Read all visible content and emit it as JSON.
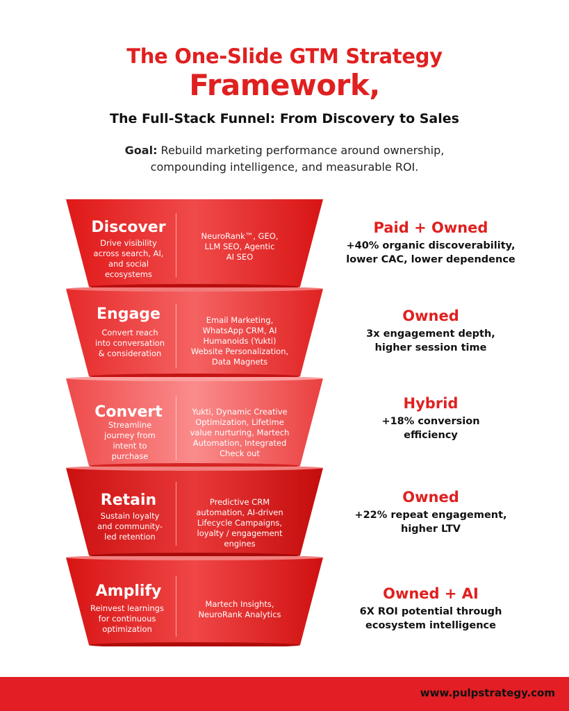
{
  "header": {
    "title_line1": "The One-Slide GTM Strategy",
    "title_line2": "Framework,",
    "subtitle": "The Full-Stack Funnel: From Discovery to Sales",
    "goal_label": "Goal:",
    "goal_line1": " Rebuild marketing performance around ownership,",
    "goal_line2": "compounding intelligence, and measurable ROI."
  },
  "colors": {
    "accent": "#e02020",
    "footer": "#e31e24"
  },
  "stages": [
    {
      "name": "Discover",
      "desc": [
        "Drive visibility",
        "across search, AI,",
        "and social",
        "ecosystems"
      ],
      "tools": [
        "NeuroRank™, GEO,",
        "LLM SEO, Agentic",
        "AI SEO"
      ],
      "result_title": "Paid + Owned",
      "result_desc": [
        "+40% organic discoverability,",
        "lower CAC, lower dependence"
      ]
    },
    {
      "name": "Engage",
      "desc": [
        "Convert reach",
        "into conversation",
        "& consideration"
      ],
      "tools": [
        "Email Marketing,",
        "WhatsApp CRM, AI",
        "Humanoids (Yukti)",
        "Website Personalization,",
        "Data Magnets"
      ],
      "result_title": "Owned",
      "result_desc": [
        "3x engagement depth,",
        "higher session time"
      ]
    },
    {
      "name": "Convert",
      "desc": [
        "Streamline",
        "journey from",
        "intent to",
        "purchase"
      ],
      "tools": [
        "Yukti, Dynamic Creative",
        "Optimization, Lifetime",
        "value nurturing, Martech",
        "Automation, Integrated",
        "Check out"
      ],
      "result_title": "Hybrid",
      "result_desc": [
        "+18% conversion",
        "efficiency"
      ]
    },
    {
      "name": "Retain",
      "desc": [
        "Sustain loyalty",
        "and community-",
        "led retention"
      ],
      "tools": [
        "Predictive CRM",
        "automation, AI-driven",
        "Lifecycle Campaigns,",
        "loyalty / engagement",
        "engines"
      ],
      "result_title": "Owned",
      "result_desc": [
        "+22% repeat engagement,",
        "higher LTV"
      ]
    },
    {
      "name": "Amplify",
      "desc": [
        "Reinvest learnings",
        "for continuous",
        "optimization"
      ],
      "tools": [
        "Martech Insights,",
        "NeuroRank Analytics"
      ],
      "result_title": "Owned + AI",
      "result_desc": [
        "6X ROI potential through",
        "ecosystem intelligence"
      ]
    }
  ],
  "footer": {
    "url": "www.pulpstrategy.com"
  }
}
